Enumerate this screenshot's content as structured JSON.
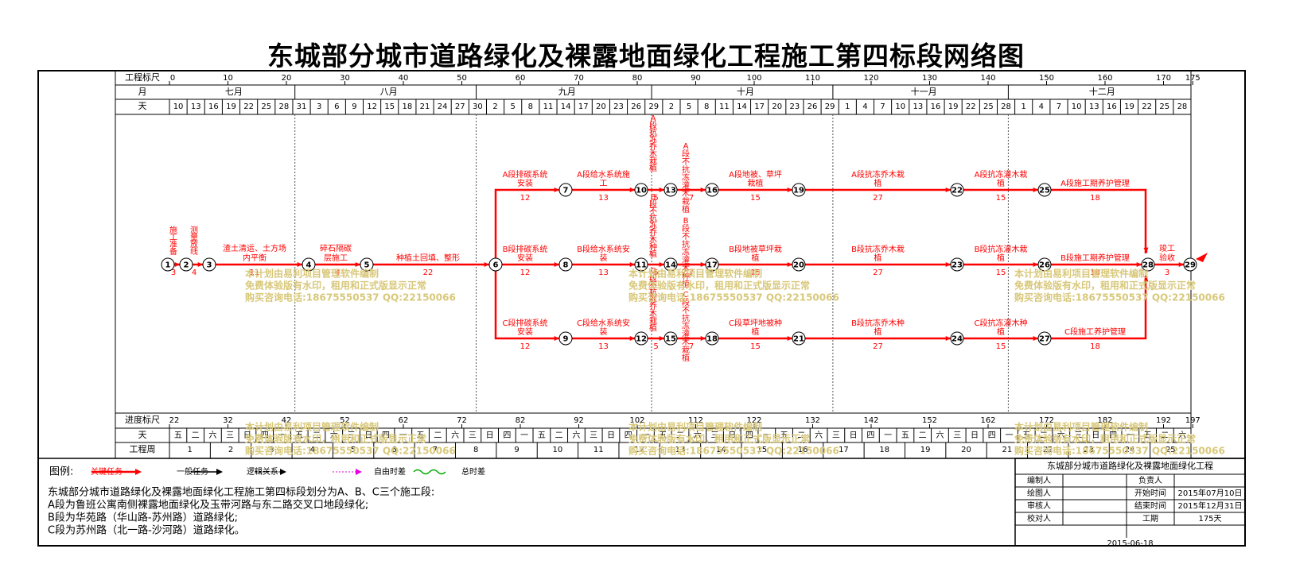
{
  "title": "东城部分城市道路绿化及裸露地面绿化工程施工第四标段网络图",
  "colors": {
    "critical": "#ff0000",
    "normal": "#000000",
    "watermark": "#d8c87a",
    "text": "#000000"
  },
  "top_scale": {
    "row_labels": {
      "scale": "工程标尺",
      "month": "月",
      "day": "天"
    },
    "scale_ticks": [
      "0",
      "10",
      "20",
      "30",
      "40",
      "50",
      "60",
      "70",
      "80",
      "90",
      "100",
      "110",
      "120",
      "130",
      "140",
      "150",
      "160",
      "170",
      "175"
    ],
    "months": [
      "七月",
      "八月",
      "九月",
      "十月",
      "十一月",
      "十二月"
    ],
    "days": [
      "10",
      "13",
      "16",
      "19",
      "22",
      "25",
      "28",
      "31",
      "3",
      "6",
      "9",
      "12",
      "15",
      "18",
      "21",
      "24",
      "27",
      "30",
      "2",
      "5",
      "8",
      "11",
      "14",
      "17",
      "20",
      "23",
      "26",
      "29",
      "2",
      "5",
      "8",
      "11",
      "14",
      "17",
      "20",
      "23",
      "26",
      "29",
      "1",
      "4",
      "7",
      "10",
      "13",
      "16",
      "19",
      "22",
      "25",
      "28",
      "1",
      "4",
      "7",
      "10",
      "13",
      "16",
      "19",
      "22",
      "25",
      "28"
    ]
  },
  "bottom_scale": {
    "row_labels": {
      "progress": "进度标尺",
      "day": "天",
      "week": "工程周"
    },
    "progress_ticks": [
      "22",
      "32",
      "42",
      "52",
      "62",
      "72",
      "82",
      "92",
      "102",
      "112",
      "122",
      "132",
      "142",
      "152",
      "162",
      "172",
      "182",
      "192",
      "197"
    ],
    "weekdays": [
      "五",
      "二",
      "六",
      "三",
      "日",
      "四",
      "一",
      "五",
      "二",
      "六",
      "三",
      "日",
      "四",
      "一",
      "五",
      "二",
      "六",
      "三",
      "日",
      "四",
      "一",
      "五",
      "二",
      "六",
      "三",
      "日",
      "四",
      "一",
      "五",
      "二",
      "六",
      "三",
      "日",
      "四",
      "一",
      "五",
      "二",
      "六",
      "三",
      "日",
      "四",
      "一",
      "五",
      "二",
      "六",
      "三",
      "日",
      "四",
      "一",
      "五",
      "二",
      "六",
      "三",
      "日",
      "四",
      "一",
      "五",
      "二",
      "六"
    ],
    "weeks": [
      "1",
      "2",
      "3",
      "4",
      "5",
      "6",
      "7",
      "8",
      "9",
      "10",
      "11",
      "12",
      "13",
      "14",
      "15",
      "16",
      "17",
      "18",
      "19",
      "20",
      "21",
      "22",
      "23",
      "24",
      "25"
    ]
  },
  "network": {
    "nodes": [
      "1",
      "2",
      "3",
      "4",
      "5",
      "6",
      "7",
      "8",
      "9",
      "10",
      "11",
      "12",
      "13",
      "14",
      "15",
      "16",
      "17",
      "18",
      "19",
      "20",
      "21",
      "22",
      "23",
      "24",
      "25",
      "26",
      "27",
      "28",
      "29"
    ],
    "tasks": [
      {
        "name": "施工准备",
        "days": "3"
      },
      {
        "name": "测量放线",
        "days": "4"
      },
      {
        "name": "渣土清运、土方场内平衡",
        "days": "11"
      },
      {
        "name": "碎石隔碳层施工",
        "days": "4"
      },
      {
        "name": "种植土回填、整形",
        "days": "22"
      },
      {
        "name": "A段排碳系统安装",
        "days": "12"
      },
      {
        "name": "A段给水系统施工",
        "days": "13"
      },
      {
        "name": "A段抗冻乔木栽植",
        "days": "5"
      },
      {
        "name": "A段不抗冻灌木栽植",
        "days": "7"
      },
      {
        "name": "A段地被、草坪栽植",
        "days": "15"
      },
      {
        "name": "A段抗冻乔木栽植",
        "days": "27"
      },
      {
        "name": "A段抗冻灌木栽植",
        "days": "15"
      },
      {
        "name": "A段施工期养护管理",
        "days": "18"
      },
      {
        "name": "B段排碳系统安装",
        "days": "12"
      },
      {
        "name": "B段给水系统安装",
        "days": "13"
      },
      {
        "name": "B段不抗冻乔木种植",
        "days": "5"
      },
      {
        "name": "B段不抗冻灌木种植",
        "days": "7"
      },
      {
        "name": "B段地被草坪栽植",
        "days": "15"
      },
      {
        "name": "B段抗冻乔木栽植",
        "days": "27"
      },
      {
        "name": "B段抗冻灌木栽植",
        "days": "15"
      },
      {
        "name": "B段施工期养护管理",
        "days": "18"
      },
      {
        "name": "C段排碳系统安装",
        "days": "12"
      },
      {
        "name": "C段给水系统安装",
        "days": "13"
      },
      {
        "name": "C段不抗冻乔木栽植",
        "days": "5"
      },
      {
        "name": "C段不抗冻灌木栽植",
        "days": "7"
      },
      {
        "name": "C段草坪地被种植",
        "days": "15"
      },
      {
        "name": "B段抗冻乔木种植",
        "days": "27"
      },
      {
        "name": "C段抗冻灌木种植",
        "days": "15"
      },
      {
        "name": "C段施工养护管理",
        "days": "18"
      },
      {
        "name": "竣工验收",
        "days": "3"
      }
    ]
  },
  "watermark": [
    "本计划由易利项目管理软件编制",
    "免费体验版有水印，租用和正式版显示正常",
    "购买咨询电话:18675550537 QQ:22150066"
  ],
  "legend": {
    "title": "图例:",
    "critical": "关键任务",
    "normal": "一般任务",
    "logic": "逻辑关系",
    "free_float": "自由时差",
    "total_float": "总时差"
  },
  "description": [
    "东城部分城市道路绿化及裸露地面绿化工程施工第四标段划分为A、B、C三个施工段:",
    "A段为鲁班公寓南侧裸露地面绿化及玉带河路与东二路交叉口地段绿化;",
    "B段为华苑路（华山路-苏州路）道路绿化;",
    "C段为苏州路（北一路-沙河路）道路绿化。"
  ],
  "info_table": {
    "project": "东城部分城市道路绿化及裸露地面绿化工程",
    "compiler_label": "编制人",
    "compiler": "",
    "responsible_label": "负责人",
    "responsible": "",
    "drawer_label": "绘图人",
    "drawer": "",
    "start_label": "开始时间",
    "start": "2015年07月10日",
    "reviewer_label": "审核人",
    "reviewer": "",
    "end_label": "结束时间",
    "end": "2015年12月31日",
    "checker_label": "校对人",
    "checker": "",
    "duration_label": "工期",
    "duration": "175天",
    "date": "2015-06-18"
  }
}
